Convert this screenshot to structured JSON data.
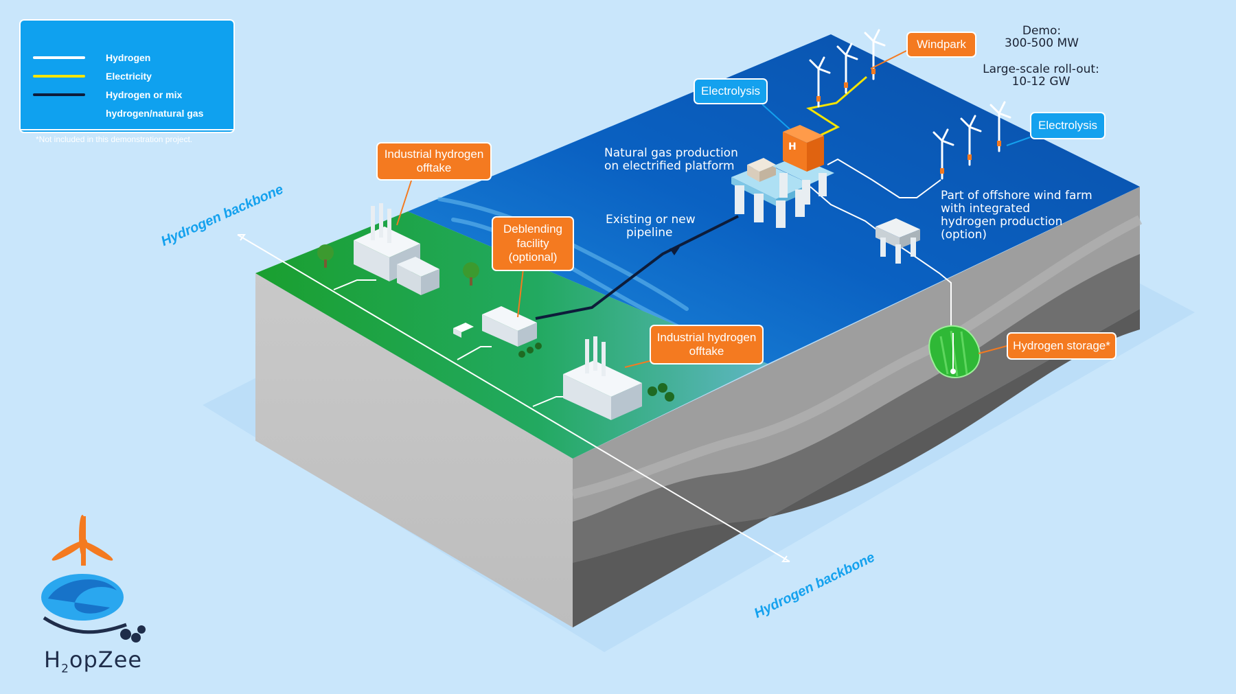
{
  "legend": {
    "items": [
      {
        "label": "Hydrogen",
        "color": "#ffffff"
      },
      {
        "label": "Electricity",
        "color": "#f5e400"
      },
      {
        "label": "Hydrogen or mix",
        "color": "#0d1c3a"
      },
      {
        "label": "hydrogen/natural gas",
        "color": null
      }
    ],
    "note": "*Not included in this demonstration project."
  },
  "callouts": {
    "windpark": "Windpark",
    "electrolysis_platform": "Electrolysis",
    "electrolysis_turbines": "Electrolysis",
    "industrial_offtake_top": "Industrial hydrogen offtake",
    "deblending": "Deblending facility (optional)",
    "industrial_offtake_bottom": "Industrial hydrogen offtake",
    "hydrogen_storage": "Hydrogen storage*"
  },
  "labels": {
    "demo_title": "Demo:",
    "demo_value": "300-500 MW",
    "rollout_title": "Large-scale roll-out:",
    "rollout_value": "10-12 GW",
    "natural_gas_line1": "Natural gas production",
    "natural_gas_line2": "on electrified platform",
    "pipeline_line1": "Existing or new",
    "pipeline_line2": "pipeline",
    "offshore_line1": "Part of offshore wind farm",
    "offshore_line2": "with integrated",
    "offshore_line3": "hydrogen production",
    "offshore_line4": "(option)",
    "backbone_top": "Hydrogen backbone",
    "backbone_bottom": "Hydrogen backbone"
  },
  "logo": {
    "text_main": "H",
    "text_sub": "2",
    "text_rest": "opZee"
  },
  "colors": {
    "background": "#c9e6fb",
    "sea": "#0a5ab5",
    "land": "#1fa63c",
    "accent_orange": "#f47a20",
    "accent_blue": "#14a1ee",
    "storage_green": "#33cc33"
  }
}
